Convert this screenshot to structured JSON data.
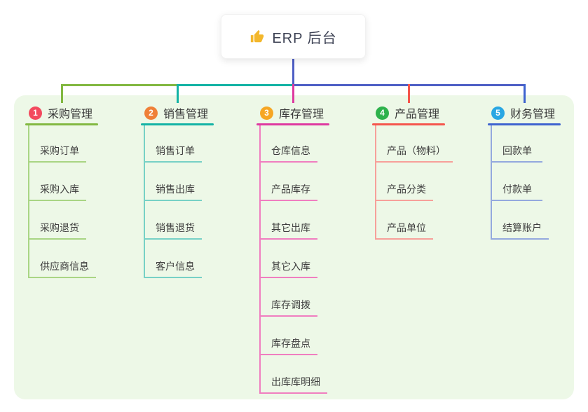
{
  "root": {
    "title": "ERP 后台",
    "icon": "thumbs-up",
    "icon_color": "#f3b72c"
  },
  "connector": {
    "trunk_color": "#4f5fc5"
  },
  "panel": {
    "background": "#edf8e7"
  },
  "branches": [
    {
      "badge": "1",
      "label": "采购管理",
      "badge_color": "#f34a5e",
      "line_color": "#82b841",
      "child_line_color": "#a9d584",
      "children": [
        "采购订单",
        "采购入库",
        "采购退货",
        "供应商信息"
      ]
    },
    {
      "badge": "2",
      "label": "销售管理",
      "badge_color": "#ef8038",
      "line_color": "#13b3a5",
      "child_line_color": "#77d1c6",
      "children": [
        "销售订单",
        "销售出库",
        "销售退货",
        "客户信息"
      ]
    },
    {
      "badge": "3",
      "label": "库存管理",
      "badge_color": "#f6a623",
      "line_color": "#de39a0",
      "child_line_color": "#f07ec0",
      "children": [
        "仓库信息",
        "产品库存",
        "其它出库",
        "其它入库",
        "库存调拨",
        "库存盘点",
        "出库库明细"
      ]
    },
    {
      "badge": "4",
      "label": "产品管理",
      "badge_color": "#2eb24c",
      "line_color": "#f5554c",
      "child_line_color": "#f7a09a",
      "children": [
        "产品（物料）",
        "产品分类",
        "产品单位"
      ]
    },
    {
      "badge": "5",
      "label": "财务管理",
      "badge_color": "#29a7e3",
      "line_color": "#3e63cf",
      "child_line_color": "#94a9de",
      "children": [
        "回款单",
        "付款单",
        "结算账户"
      ]
    }
  ]
}
